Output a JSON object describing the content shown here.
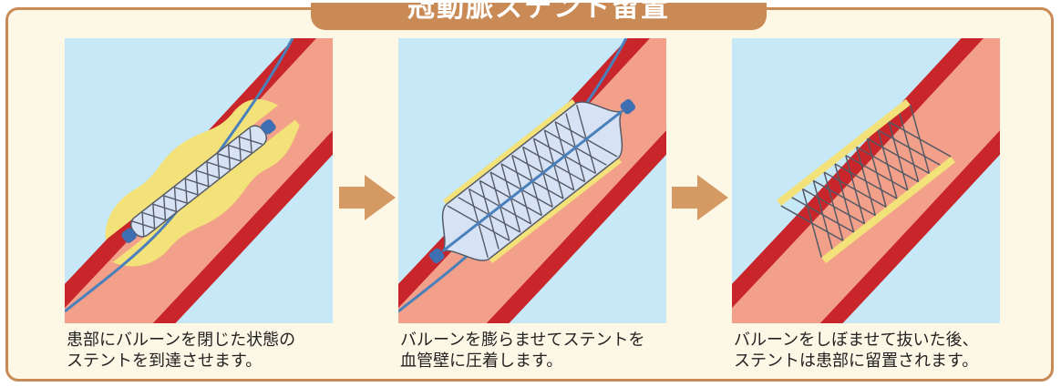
{
  "title": "冠動脈ステント留置",
  "colors": {
    "frame_border": "#c98a55",
    "frame_bg": "#fdf7e6",
    "panel_bg": "#c6e8f7",
    "vessel_wall": "#c8262a",
    "vessel_lumen": "#f2a089",
    "plaque": "#f3e27a",
    "stent_mesh": "#555a66",
    "balloon": "#d7e3f5",
    "guidewire": "#4a80bb",
    "marker": "#3e6fb3",
    "arrow": "#d59a63"
  },
  "steps": [
    {
      "caption_line1": "患部にバルーンを閉じた状態の",
      "caption_line2": "ステントを到達させます。",
      "illustration": "stent-crimped-on-closed-balloon"
    },
    {
      "caption_line1": "バルーンを膨らませてステントを",
      "caption_line2": "血管壁に圧着します。",
      "illustration": "balloon-inflated-stent-expanded"
    },
    {
      "caption_line1": "バルーンをしぼませて抜いた後、",
      "caption_line2": "ステントは患部に留置されます。",
      "illustration": "stent-left-in-artery"
    }
  ],
  "arrows": [
    "step-arrow-icon",
    "step-arrow-icon"
  ]
}
